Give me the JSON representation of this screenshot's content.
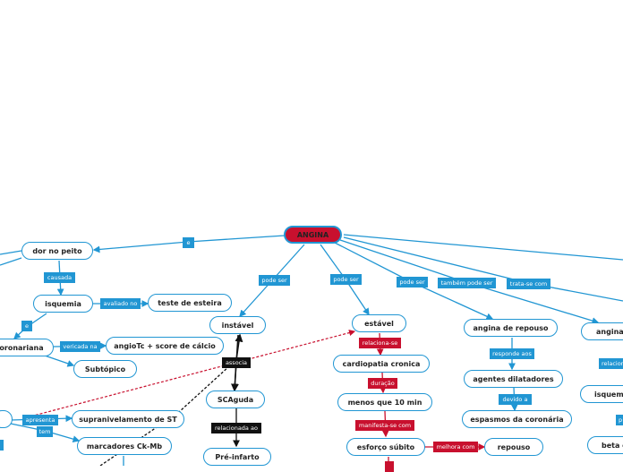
{
  "root": "ANGINA",
  "nodes": {
    "dor_no_peito": "dor no peito",
    "isquemia": "isquemia",
    "teste_de_esteira": "teste de esteira",
    "coronariana": "oronariana",
    "angiotc": "angioTc + score de cálcio",
    "subtopico": "Subtópico",
    "instavel": "instável",
    "scaguda": "SCAguda",
    "pre_infarto": "Pré-infarto",
    "supra_st": "supranivelamento de ST",
    "ckmb": "marcadores Ck-Mb",
    "estavel": "estável",
    "cardiopatia": "cardiopatia cronica",
    "menos_10min": "menos que 10 min",
    "esforco": "esforço súbito",
    "repouso": "repouso",
    "angina_repouso": "angina de repouso",
    "agentes": "agentes dilatadores",
    "espasmos": "espasmos da coronária",
    "angina_s": "angina s",
    "isquemia_right": "isquemia",
    "beta": "beta e"
  },
  "links": {
    "e_top": "e",
    "causada": "causada",
    "avaliado_no": "avaliado no",
    "e_small": "e",
    "verificada_na": "vericada na",
    "pode_ser_1": "pode ser",
    "pode_ser_2": "pode ser",
    "pode_ser_3": "pode ser",
    "tambem_pode_ser": "também pode ser",
    "trata_se_com": "trata-se com",
    "associa": "associa",
    "relacionada_ao": "relacionada ao",
    "apresenta": "apresenta",
    "tem": "tem",
    "relaciona_se": "relaciona-se",
    "duracao": "duração",
    "manifesta_se_com": "manifesta-se com",
    "melhora_com": "melhora com",
    "responde_aos": "responde aos",
    "devido_a": "devido a",
    "relacion": "relacion",
    "p_cut": "p"
  },
  "colors": {
    "accent": "#2196d3",
    "root": "#c8102e",
    "dark": "#111111"
  }
}
